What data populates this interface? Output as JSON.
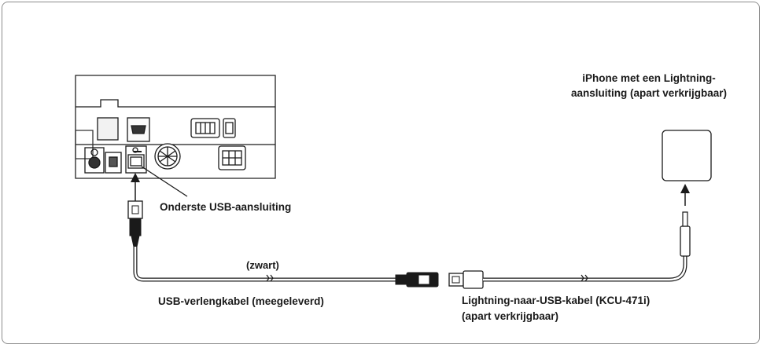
{
  "labels": {
    "iphone_line1": "iPhone met een Lightning-",
    "iphone_line2": "aansluiting (apart verkrijgbaar)",
    "usb_port": "Onderste USB-aansluiting",
    "color_note": "(zwart)",
    "extension_cable": "USB-verlengkabel (meegeleverd)",
    "lightning_cable_line1": "Lightning-naar-USB-kabel (KCU-471i)",
    "lightning_cable_line2": "(apart verkrijgbaar)"
  }
}
